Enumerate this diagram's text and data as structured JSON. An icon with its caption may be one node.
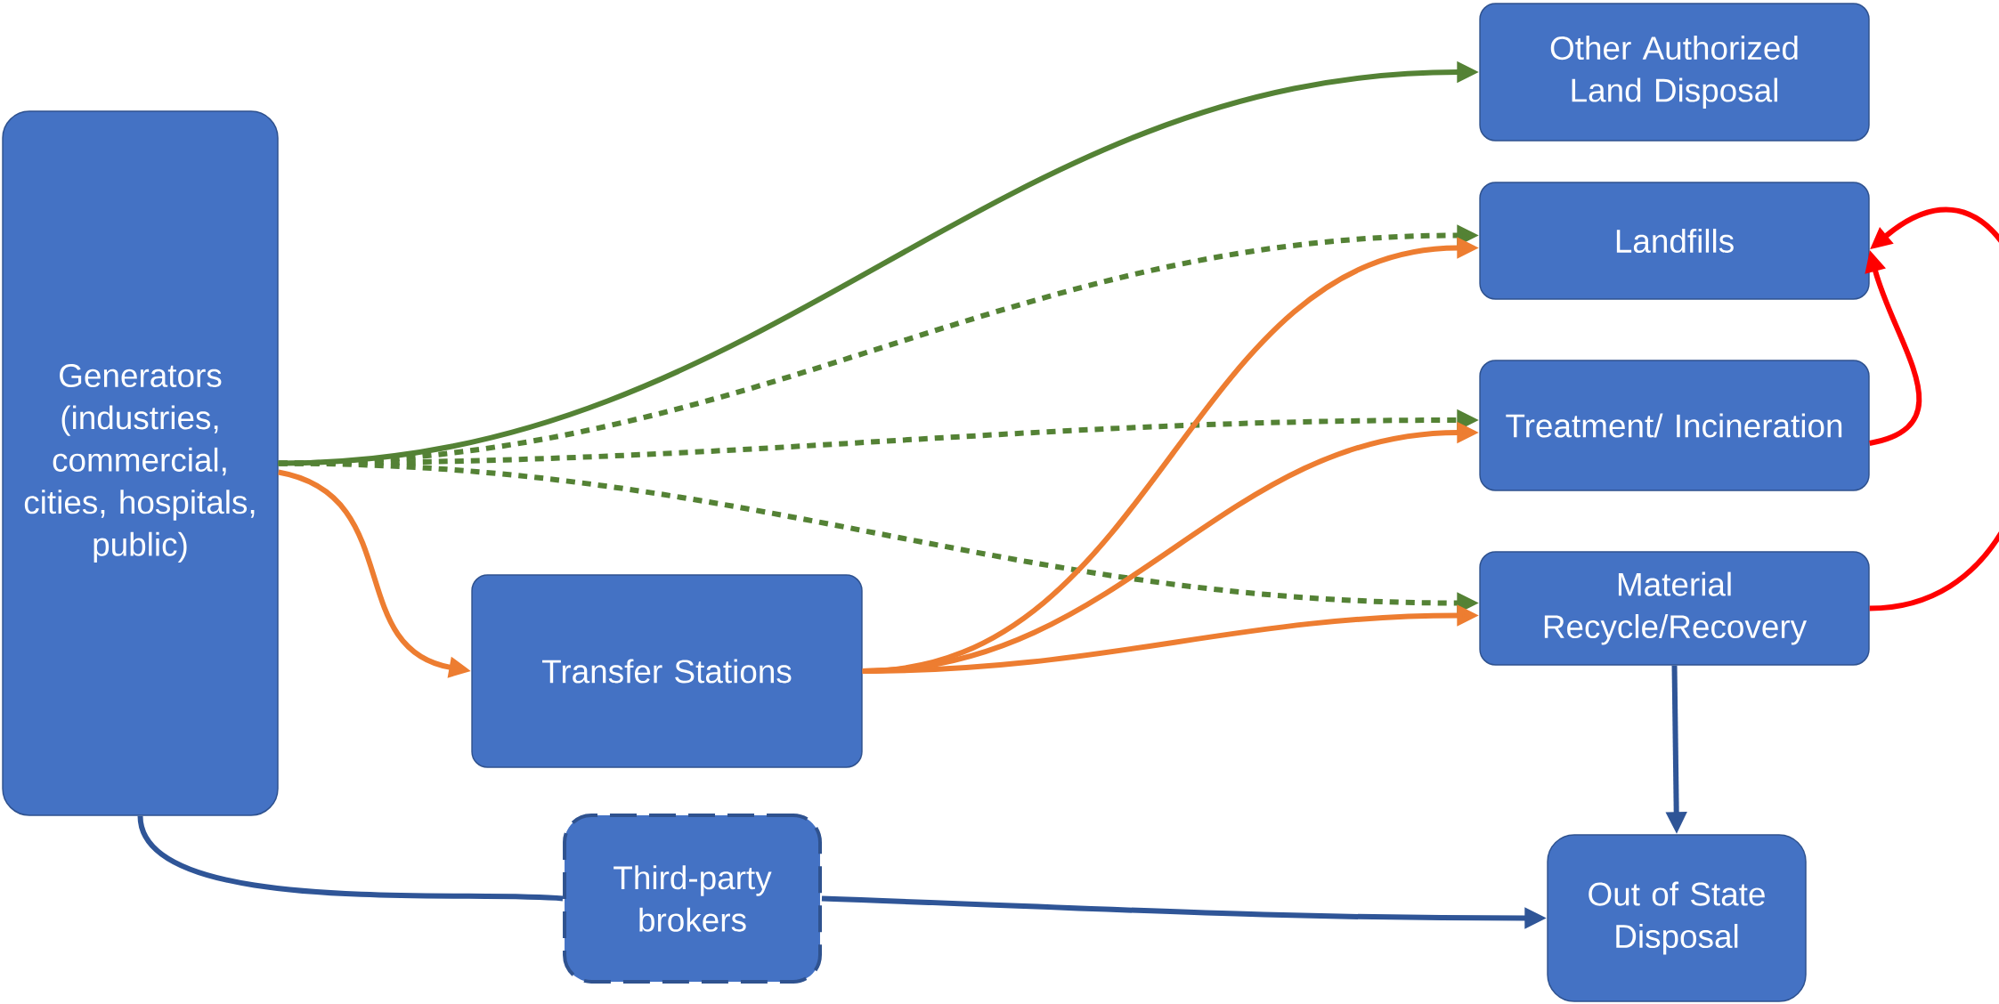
{
  "diagram": {
    "nodes": [
      {
        "text": [
          "Generators (industries, commercial, cities, hospitals, public)"
        ]
      },
      {
        "text": [
          "Other Authorized Land Disposal"
        ]
      },
      {
        "text": [
          "Landfills"
        ]
      },
      {
        "text": [
          "Treatment/ Incineration"
        ]
      },
      {
        "text": [
          "Material Recycle/Recovery"
        ]
      },
      {
        "text": [
          "Transfer Stations"
        ]
      },
      {
        "text": [
          "Third-party brokers"
        ]
      },
      {
        "text": [
          "Out of State Disposal"
        ]
      }
    ],
    "edges": [
      {
        "from": 0,
        "to": 1,
        "arrow": "to",
        "color": "#548235"
      },
      {
        "from": 0,
        "to": 2,
        "arrow": "to",
        "style": "dashed",
        "color": "#548235"
      },
      {
        "from": 0,
        "to": 3,
        "arrow": "to",
        "style": "dashed",
        "color": "#548235"
      },
      {
        "from": 0,
        "to": 4,
        "arrow": "to",
        "style": "dashed",
        "color": "#548235"
      },
      {
        "from": 0,
        "to": 5,
        "arrow": "to",
        "color": "#ed7d31"
      },
      {
        "from": 5,
        "to": 2,
        "arrow": "to",
        "color": "#ed7d31"
      },
      {
        "from": 5,
        "to": 3,
        "arrow": "to",
        "color": "#ed7d31"
      },
      {
        "from": 5,
        "to": 4,
        "arrow": "to",
        "color": "#ed7d31"
      },
      {
        "from": 3,
        "to": 2,
        "arrow": "to",
        "color": "#ff0000"
      },
      {
        "from": 4,
        "to": 2,
        "arrow": "to",
        "color": "#ff0000"
      },
      {
        "from": 4,
        "to": 7,
        "arrow": "to",
        "color": "#2f5597"
      },
      {
        "from": 0,
        "to": 6,
        "arrow": "none",
        "color": "#2f5597"
      },
      {
        "from": 6,
        "to": 7,
        "arrow": "to",
        "color": "#2f5597"
      }
    ]
  }
}
